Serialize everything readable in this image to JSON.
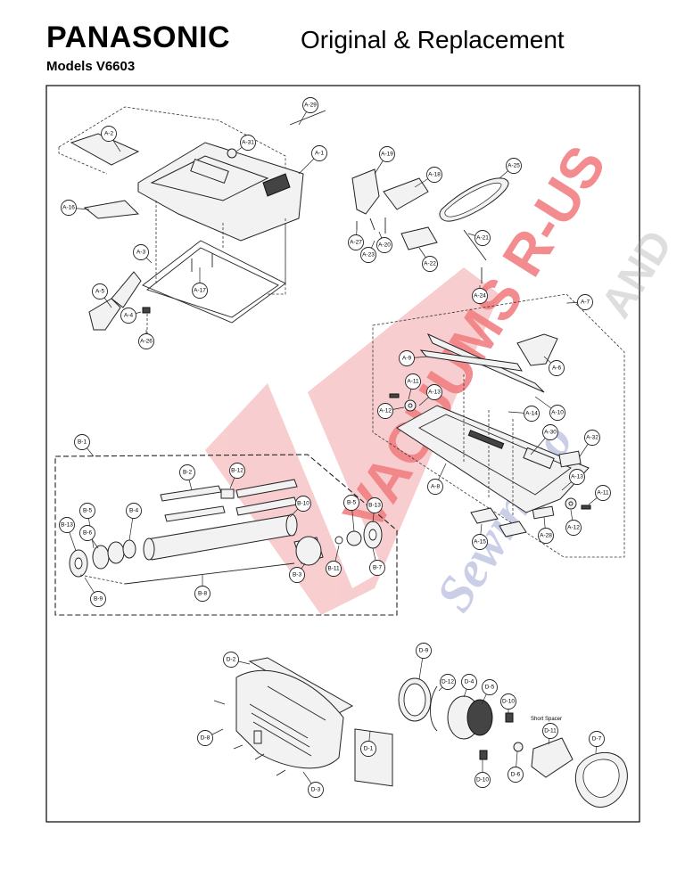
{
  "header": {
    "brand": "PANASONIC",
    "subtitle": "Original & Replacement",
    "models": "Models V6603"
  },
  "watermark": {
    "text_lines": [
      "VACUUMS R-US",
      "AND",
      "Sewing to"
    ],
    "red": "#e8191f",
    "blue": "#22339a"
  },
  "callouts": [
    {
      "id": "a29",
      "text": "A-29"
    },
    {
      "id": "a2",
      "text": "A-2"
    },
    {
      "id": "a31",
      "text": "A-31"
    },
    {
      "id": "a1",
      "text": "A-1"
    },
    {
      "id": "a16",
      "text": "A-16"
    },
    {
      "id": "a3",
      "text": "A-3"
    },
    {
      "id": "a17",
      "text": "A-17"
    },
    {
      "id": "a5",
      "text": "A-5"
    },
    {
      "id": "a4",
      "text": "A-4"
    },
    {
      "id": "a26",
      "text": "A-26"
    },
    {
      "id": "a19",
      "text": "A-19"
    },
    {
      "id": "a18",
      "text": "A-18"
    },
    {
      "id": "a25",
      "text": "A-25"
    },
    {
      "id": "a27",
      "text": "A-27"
    },
    {
      "id": "a20",
      "text": "A-20"
    },
    {
      "id": "a23",
      "text": "A-23"
    },
    {
      "id": "a22",
      "text": "A-22"
    },
    {
      "id": "a21",
      "text": "A-21"
    },
    {
      "id": "a24",
      "text": "A-24"
    },
    {
      "id": "a7",
      "text": "A-7"
    },
    {
      "id": "a9",
      "text": "A-9"
    },
    {
      "id": "a6",
      "text": "A-6"
    },
    {
      "id": "a11",
      "text": "A-11"
    },
    {
      "id": "a13",
      "text": "A-13"
    },
    {
      "id": "a12",
      "text": "A-12"
    },
    {
      "id": "a14",
      "text": "A-14"
    },
    {
      "id": "a10",
      "text": "A-10"
    },
    {
      "id": "a30",
      "text": "A-30"
    },
    {
      "id": "a32",
      "text": "A-32"
    },
    {
      "id": "a8",
      "text": "A-8"
    },
    {
      "id": "a13b",
      "text": "A-13"
    },
    {
      "id": "a11b",
      "text": "A-11"
    },
    {
      "id": "a12b",
      "text": "A-12"
    },
    {
      "id": "a15",
      "text": "A-15"
    },
    {
      "id": "a28",
      "text": "A-28"
    },
    {
      "id": "b1",
      "text": "B-1"
    },
    {
      "id": "b2",
      "text": "B-2"
    },
    {
      "id": "b12",
      "text": "B-12"
    },
    {
      "id": "b10",
      "text": "B-10"
    },
    {
      "id": "b5",
      "text": "B-5"
    },
    {
      "id": "b4",
      "text": "B-4"
    },
    {
      "id": "b13",
      "text": "B-13"
    },
    {
      "id": "b6",
      "text": "B-6"
    },
    {
      "id": "b9",
      "text": "B-9"
    },
    {
      "id": "b8",
      "text": "B-8"
    },
    {
      "id": "b3",
      "text": "B-3"
    },
    {
      "id": "b11",
      "text": "B-11"
    },
    {
      "id": "b5b",
      "text": "B-5"
    },
    {
      "id": "b13b",
      "text": "B-13"
    },
    {
      "id": "b7",
      "text": "B-7"
    },
    {
      "id": "d2",
      "text": "D-2"
    },
    {
      "id": "d9",
      "text": "D-9"
    },
    {
      "id": "d12",
      "text": "D-12"
    },
    {
      "id": "d4",
      "text": "D-4"
    },
    {
      "id": "d5",
      "text": "D-5"
    },
    {
      "id": "d10",
      "text": "D-10"
    },
    {
      "id": "d8",
      "text": "D-8"
    },
    {
      "id": "d1",
      "text": "D-1"
    },
    {
      "id": "d3",
      "text": "D-3"
    },
    {
      "id": "d10b",
      "text": "D-10"
    },
    {
      "id": "d6",
      "text": "D-6"
    },
    {
      "id": "d11",
      "text": "D-11"
    },
    {
      "id": "d7",
      "text": "D-7"
    }
  ],
  "notes": {
    "short_spacer": "Short Spacer"
  }
}
